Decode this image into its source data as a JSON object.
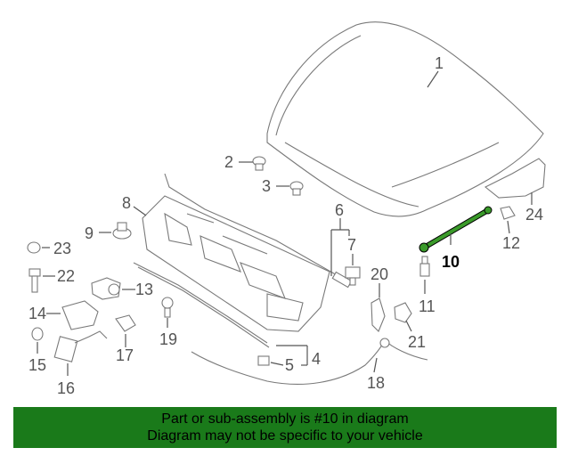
{
  "diagram": {
    "callouts": [
      {
        "id": "1",
        "text": "1"
      },
      {
        "id": "2",
        "text": "2"
      },
      {
        "id": "3",
        "text": "3"
      },
      {
        "id": "4",
        "text": "4"
      },
      {
        "id": "5",
        "text": "5"
      },
      {
        "id": "6",
        "text": "6"
      },
      {
        "id": "7",
        "text": "7"
      },
      {
        "id": "8",
        "text": "8"
      },
      {
        "id": "9",
        "text": "9"
      },
      {
        "id": "10",
        "text": "10"
      },
      {
        "id": "11",
        "text": "11"
      },
      {
        "id": "12",
        "text": "12"
      },
      {
        "id": "13",
        "text": "13"
      },
      {
        "id": "14",
        "text": "14"
      },
      {
        "id": "15",
        "text": "15"
      },
      {
        "id": "16",
        "text": "16"
      },
      {
        "id": "17",
        "text": "17"
      },
      {
        "id": "18",
        "text": "18"
      },
      {
        "id": "19",
        "text": "19"
      },
      {
        "id": "20",
        "text": "20"
      },
      {
        "id": "21",
        "text": "21"
      },
      {
        "id": "22",
        "text": "22"
      },
      {
        "id": "23",
        "text": "23"
      },
      {
        "id": "24",
        "text": "24"
      }
    ],
    "highlighted_part": "10",
    "highlight_color": "#3a9a2a",
    "line_color": "#7a7a7a"
  },
  "banner": {
    "line1": "Part or sub-assembly is #10 in diagram",
    "line2": "Diagram may not be specific to your vehicle",
    "background": "#1a7a1a"
  }
}
